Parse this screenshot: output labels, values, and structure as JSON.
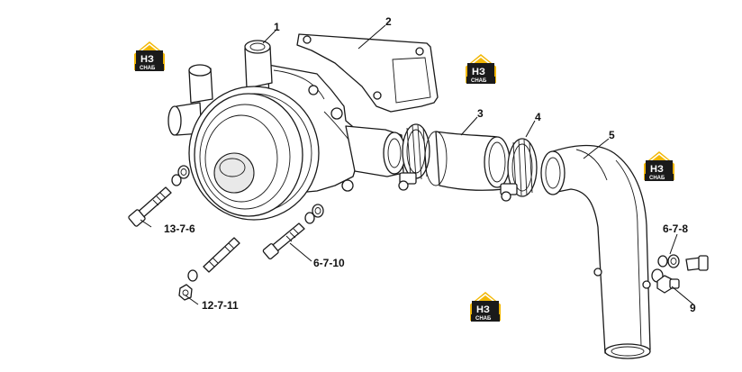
{
  "labels": {
    "water_pump": "1",
    "bracket": "2",
    "hose": "3",
    "clamp": "4",
    "pipe": "5",
    "bolt_upper_left": "13-7-6",
    "bolt_center": "6-7-10",
    "stud_lower": "12-7-11",
    "washer_set_right": "6-7-8",
    "plug": "9"
  },
  "watermark": {
    "main": "НЗ",
    "sub": "СНАБ"
  },
  "colors": {
    "logo_yellow": "#f2b705",
    "logo_dark": "#1a1a1a",
    "line": "#1a1a1a"
  }
}
